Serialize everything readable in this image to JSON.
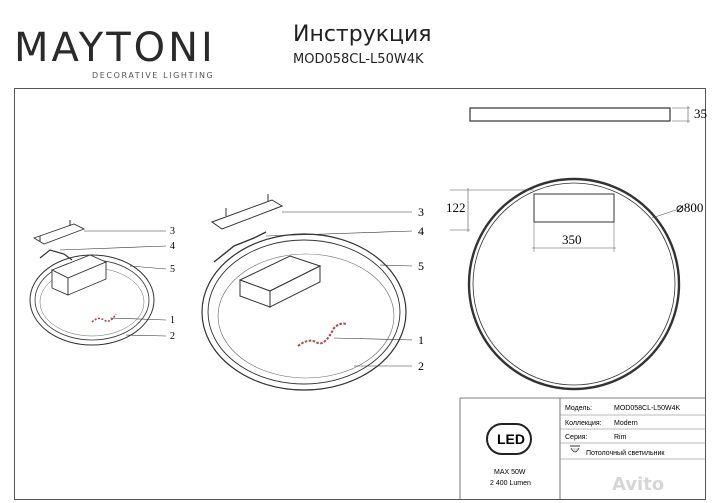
{
  "header": {
    "brand": "MAYTONI",
    "tagline": "DECORATIVE LIGHTING",
    "title": "Инструкция",
    "model_code": "MOD058CL-L50W4K"
  },
  "diagram_small": {
    "callouts": [
      "3",
      "4",
      "5",
      "1",
      "2"
    ]
  },
  "diagram_large": {
    "callouts": [
      "3",
      "4",
      "5",
      "1",
      "2"
    ]
  },
  "dimensions": {
    "profile_height": "35",
    "diameter": "⌀800",
    "box_height": "122",
    "box_width": "350"
  },
  "info": {
    "model_label": "Модель:",
    "model_value": "MOD058CL-L50W4K",
    "collection_label": "Коллекция:",
    "collection_value": "Modern",
    "series_label": "Серия:",
    "series_value": "Rim",
    "type_value": "Потолочный светильник",
    "led_badge": "LED",
    "power": "MAX 50W",
    "lumen": "2 400 Lumen"
  },
  "watermark": "Avito"
}
